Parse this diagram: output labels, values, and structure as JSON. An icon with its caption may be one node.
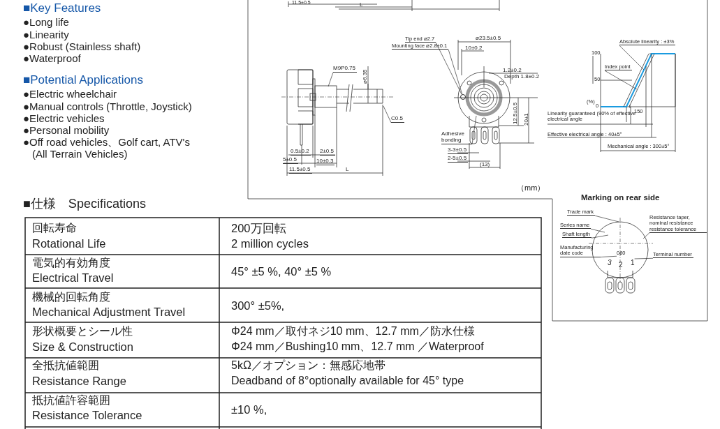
{
  "diagram": {
    "nodes": [
      {
        "text": [
          "Tip end ⌀2.7"
        ]
      },
      {
        "text": [
          "Mounting face ⌀2.8±0.1"
        ]
      },
      {
        "text": [
          "M9P0.75"
        ]
      },
      {
        "text": [
          "C0.5"
        ]
      },
      {
        "text": [
          "Adhesive bonding"
        ]
      },
      {
        "text": [
          "Absolute linearity : ±3%"
        ]
      },
      {
        "text": [
          "Index point"
        ]
      },
      {
        "text": [
          "Trade mark"
        ]
      },
      {
        "text": [
          "Series name"
        ]
      },
      {
        "text": [
          "Shaft length"
        ]
      },
      {
        "text": [
          "Manufacturing date code"
        ]
      },
      {
        "text": [
          "Resistance taper, nominal resistance resistance tolerance"
        ]
      },
      {
        "text": [
          "Terminal number"
        ]
      },
      {
        "text": [],
        "shape": "circle"
      },
      {
        "text": [
          "080"
        ]
      },
      {
        "text": [
          "1"
        ]
      }
    ],
    "edges": [
      {
        "from": 0,
        "to": 13,
        "arrow": "none"
      },
      {
        "from": 1,
        "to": 13,
        "arrow": "none"
      },
      {
        "from": 2,
        "to": null,
        "arrow": "none"
      },
      {
        "from": 3,
        "to": null,
        "arrow": "none"
      },
      {
        "from": 4,
        "to": null,
        "arrow": "none"
      },
      {
        "from": 5,
        "to": null,
        "arrow": "none"
      },
      {
        "from": 6,
        "to": null,
        "arrow": "none"
      },
      {
        "from": 7,
        "to": null,
        "arrow": "none"
      },
      {
        "from": 8,
        "to": null,
        "arrow": "none"
      },
      {
        "from": 9,
        "to": null,
        "arrow": "none"
      },
      {
        "from": 10,
        "to": 14,
        "arrow": "none"
      },
      {
        "from": 11,
        "to": null,
        "arrow": "none"
      },
      {
        "from": 12,
        "to": 15,
        "arrow": "none"
      }
    ],
    "labels": [
      "■Key Features",
      "●Long life",
      "●Linearity",
      "●Robust (Stainless shaft)",
      "●Waterproof",
      "■Potential Applications",
      "●Electric wheelchair",
      "●Manual controls (Throttle, Joystick)",
      "●Electric vehicles",
      "●Personal mobility",
      "●Off road vehicles、Golf cart, ATV's (All Terrain Vehicles)",
      "■仕様　Specifications",
      "回転寿命",
      "Rotational Life",
      "200万回転",
      "2 million cycles",
      "電気的有効角度",
      "Electrical Travel",
      "45°  ±5 %,  40°  ±5 %",
      "機械的回転角度",
      "Mechanical Adjustment Travel",
      "300°  ±5%,",
      "形状概要とシール性",
      "Size & Construction",
      "Φ24 mm／取付ネジ10 mm、12.7 mm／防水仕様",
      "Φ24 mm／Bushing10 mm、12.7 mm ／Waterproof",
      "全抵抗値範囲",
      "Resistance Range",
      "5kΩ／オプション：無感応地帯",
      "Deadband of 8°optionally available for 45°  type",
      "抵抗値許容範囲",
      "Resistance Tolerance",
      "±10 %,",
      "11.5±0.5",
      "L",
      "⌀6.35",
      "0.5±0.2",
      "2±0.5",
      "5±0.5",
      "10±0.3",
      "11.5±0.5",
      "L",
      "⌀23.5±0.5",
      "10±0.2",
      "1.2±0.2",
      "Depth 1.8±0.2",
      "12.5±0.5",
      "20±1",
      "3-3±0.5",
      "2-5±0.5",
      "(13)",
      "100",
      "50",
      "0",
      "(%)",
      "150",
      "Linearity guaranteed (90% of effective electrical angle",
      "Effective electrical angle : 40±5°",
      "Mechanical angle : 300±5°",
      "（mm）",
      "Marking on rear side",
      "3",
      "2"
    ]
  }
}
